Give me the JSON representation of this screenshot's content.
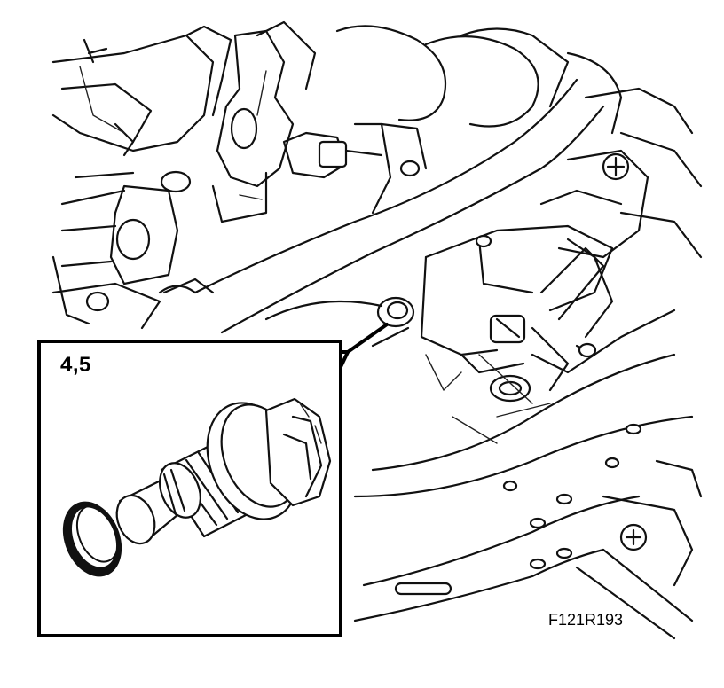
{
  "figure": {
    "detail_label": "4,5",
    "figure_code": "F121R193"
  },
  "illustration": {
    "subject": "engine-oil-drain-plug-with-sealing-washer",
    "detail_parts": [
      "drain-plug",
      "sealing-washer"
    ]
  }
}
